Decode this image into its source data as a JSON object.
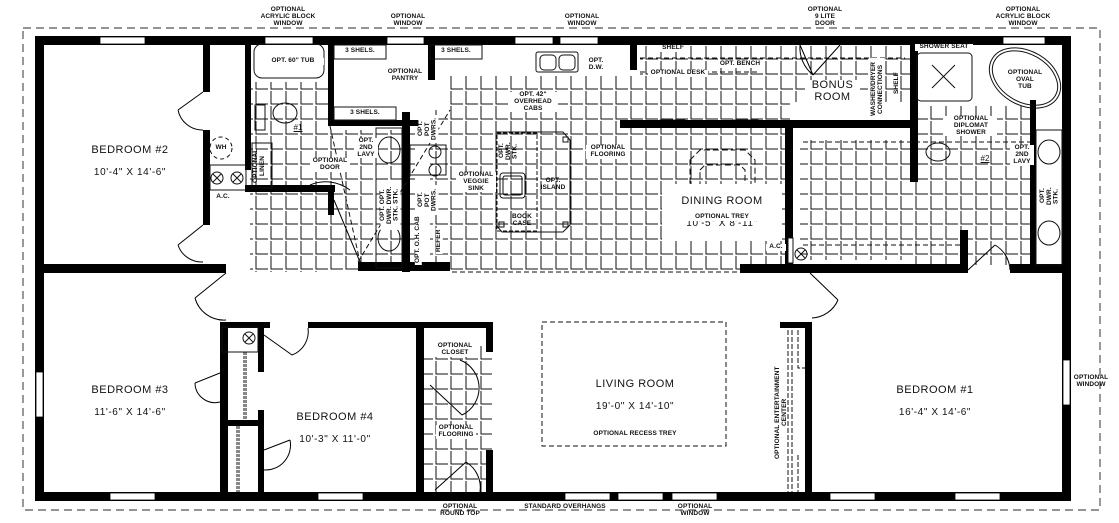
{
  "plan": {
    "rooms": {
      "bedroom1": {
        "name": "BEDROOM #1",
        "dims": "16'-4\" X 14'-6\""
      },
      "bedroom2": {
        "name": "BEDROOM #2",
        "dims": "10'-4\" X 14'-6\""
      },
      "bedroom3": {
        "name": "BEDROOM #3",
        "dims": "11'-6\" X 14'-6\""
      },
      "bedroom4": {
        "name": "BEDROOM #4",
        "dims": "10'-3\" X 11'-0\""
      },
      "living": {
        "name": "LIVING ROOM",
        "dims": "19'-0\" X 14'-10\"",
        "note": "OPTIONAL RECESS TREY"
      },
      "dining": {
        "name": "DINING ROOM",
        "dims": "10'-5\" X 8'-11\"",
        "note": "OPTIONAL TREY"
      },
      "bonus": {
        "name": "BONUS\nROOM"
      },
      "bath1": {
        "name": "#1"
      },
      "bath2": {
        "name": "#2"
      }
    },
    "exterior_labels": {
      "top_acrylic_left": "OPTIONAL\nACRYLIC BLOCK\nWINDOW",
      "top_window_1": "OPTIONAL\nWINDOW",
      "top_window_2": "OPTIONAL\nWINDOW",
      "top_door": "OPTIONAL\n9 LITE\nDOOR",
      "top_acrylic_right": "OPTIONAL\nACRYLIC BLOCK\nWINDOW",
      "right_window": "OPTIONAL\nWINDOW",
      "bottom_round_top": "OPTIONAL\nROUND TOP",
      "bottom_overhangs": "STANDARD OVERHANGS",
      "bottom_window": "OPTIONAL\nWINDOW"
    },
    "fixtures": {
      "tub60": "OPT. 60\" TUB",
      "shelves_1": "3 SHELS.",
      "shelves_2": "3 SHELS.",
      "shelves_3": "3 SHELS.",
      "pantry": "OPTIONAL\nPANTRY",
      "dw": "OPT.\nD.W.",
      "overhead_cabs": "OPT. 42\"\nOVERHEAD\nCABS",
      "shelf_top": "SHELF",
      "desk": "OPTIONAL DESK",
      "bench": "OPT. BENCH",
      "washer_dryer": "WASHER/DRYER\nCONNECTIONS",
      "shelf_laundry": "SHELF",
      "shower_seat": "SHOWER SEAT",
      "oval_tub": "OPTIONAL\nOVAL\nTUB",
      "diplomat_shower": "OPTIONAL\nDIPLOMAT\nSHOWER",
      "lavy2_master": "OPT.\n2ND\nLAVY",
      "dwr_stk_master": "OPT.\nDWR.\nSTK.",
      "wh": "WH",
      "linen": "OPTIONAL\nLINEN",
      "ac_left": "A.C.",
      "ac_right": "A.C.",
      "opt_door": "OPTIONAL\nDOOR",
      "lavy2_hall": "OPT.\n2ND\nLAVY",
      "dwr_stk_hall": "OPT. OPT.\nDWR. DWR.\nSTK. STK.",
      "pot_dwrs_1": "OPT.\nPOT\nDWRS.",
      "pot_dwrs_2": "OPT.\nPOT\nDWRS.",
      "oh_cab": "OPT. O.H. CAB",
      "refer": "REFER",
      "veggie_sink": "OPTIONAL\nVEGGIE\nSINK",
      "island_dwr": "OPT.\nDWR.\nSTK.",
      "island": "OPT.\nISLAND",
      "book_case": "BOOK\nCASE",
      "flooring_kitchen": "OPTIONAL\nFLOORING",
      "opt_closet": "OPTIONAL\nCLOSET",
      "flooring_entry": "OPTIONAL\nFLOORING",
      "entertainment": "OPTIONAL ENTERTAINMENT CENTER"
    },
    "colors": {
      "wall": "#000000",
      "line": "#111111",
      "dash": "#555555",
      "background": "#ffffff"
    }
  }
}
